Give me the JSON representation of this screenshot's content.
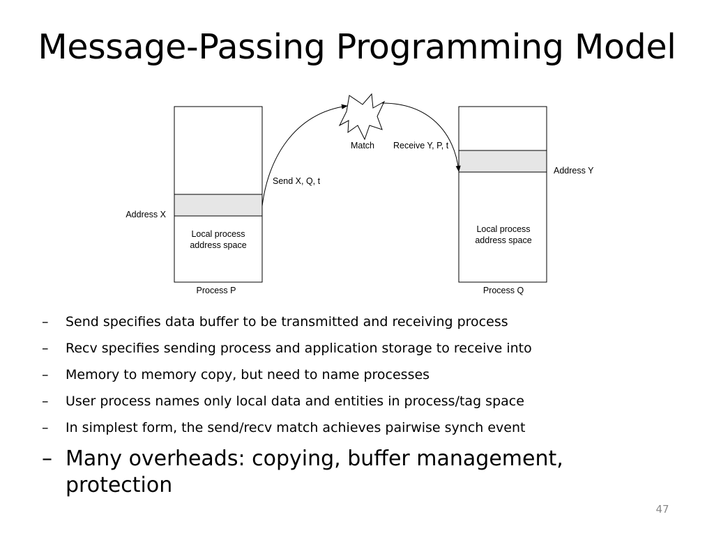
{
  "title": "Message-Passing Programming Model",
  "diagram": {
    "process_p": {
      "label": "Process P",
      "address_label": "Address X",
      "space_line1": "Local process",
      "space_line2": "address space"
    },
    "process_q": {
      "label": "Process Q",
      "address_label": "Address Y",
      "space_line1": "Local process",
      "space_line2": "address space"
    },
    "send_label": "Send X, Q, t",
    "receive_label": "Receive Y, P, t",
    "match_label": "Match",
    "buffer_color": "#e6e6e6"
  },
  "bullets": [
    "Send specifies data buffer to be transmitted and receiving process",
    "Recv specifies sending process and application storage to receive into",
    "Memory to memory copy, but need to name processes",
    "User process names only local data and entities in process/tag space",
    "In simplest form, the send/recv match achieves pairwise synch event"
  ],
  "big_bullet": "Many overheads: copying, buffer management, protection",
  "dash_glyph": "–",
  "page_number": "47"
}
